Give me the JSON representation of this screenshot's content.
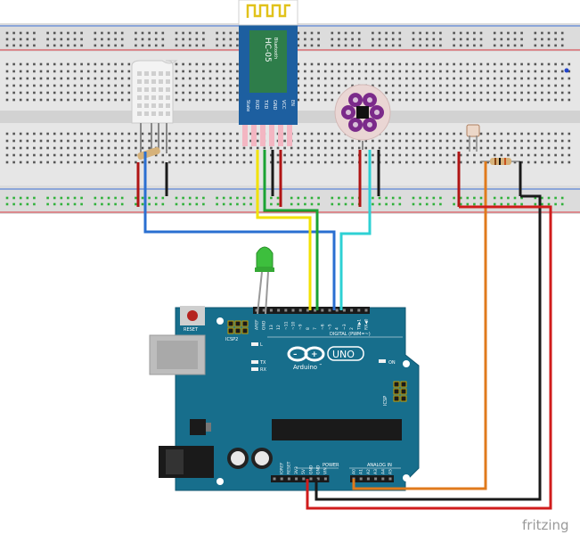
{
  "app": {
    "name": "fritzing",
    "colors": {
      "board": "#176e8c",
      "breadboard": "#e8e8e8",
      "rail_red": "#d9363e",
      "rail_blue": "#2b6bd6"
    }
  },
  "breadboard": {
    "hole_rows": 4
  },
  "components": {
    "bluetooth": {
      "title": "HC-05",
      "subtitle": "Bluetooth",
      "pins": [
        "State",
        "RXD",
        "TXD",
        "GND",
        "VCC",
        "EN"
      ]
    },
    "led": {
      "color": "green"
    },
    "arduino": {
      "reset": "RESET",
      "icsp2": "ICSP2",
      "l": "L",
      "tx": "TX",
      "rx": "RX",
      "logo_text": "Arduino",
      "logo_tm": "™",
      "uno": "UNO",
      "on": "ON",
      "icsp": "ICSP",
      "digital": "DIGITAL (PWM=~)",
      "power": "POWER",
      "analog_in": "ANALOG IN",
      "top_pins": [
        "AREF",
        "GND",
        "13",
        "12",
        "~11",
        "~10",
        "~9",
        "8",
        "7",
        "~6",
        "~5",
        "4",
        "~3",
        "2",
        "TX▶1",
        "RX◀0"
      ],
      "power_pins": [
        "IOREF",
        "RESET",
        "3V3",
        "5V",
        "GND",
        "GND",
        "VIN"
      ],
      "analog_pins": [
        "A0",
        "A1",
        "A2",
        "A3",
        "A4",
        "A5"
      ]
    }
  },
  "wires": [
    {
      "name": "wire-blue-dht",
      "color": "#2a6fd1"
    },
    {
      "name": "wire-yellow-rx",
      "color": "#f2e200"
    },
    {
      "name": "wire-green-tx",
      "color": "#1aa333"
    },
    {
      "name": "wire-cyan-lilypad",
      "color": "#2ed1d4"
    },
    {
      "name": "wire-orange-a0",
      "color": "#e07a1c"
    },
    {
      "name": "wire-black-gnd",
      "color": "#1a1a1a"
    },
    {
      "name": "wire-red-5v",
      "color": "#d01c1c"
    }
  ],
  "watermark": "fritzing"
}
